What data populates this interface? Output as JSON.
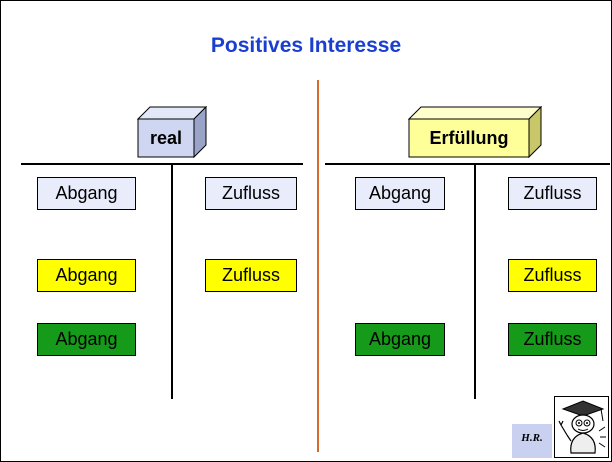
{
  "title": "Positives Interesse",
  "left_panel": {
    "header": "real",
    "rows": [
      {
        "left": "Abgang",
        "right": "Zufluss",
        "style": "lavender"
      },
      {
        "left": "Abgang",
        "right": "Zufluss",
        "style": "yellow"
      },
      {
        "left": "Abgang",
        "right": "",
        "style": "green"
      }
    ]
  },
  "right_panel": {
    "header": "Erfüllung",
    "rows": [
      {
        "left": "Abgang",
        "right": "Zufluss",
        "style": "lavender"
      },
      {
        "left": "",
        "right": "Zufluss",
        "style": "yellow"
      },
      {
        "left": "Abgang",
        "right": "Zufluss",
        "style": "green"
      }
    ]
  },
  "footer": {
    "initials": "H.R.",
    "logo_icon": "cartoon-character-icon"
  },
  "colors": {
    "title": "#1a3fd0",
    "divider": "#d46a2b",
    "lavender": "#e8ecfb",
    "yellow": "#ffff00",
    "green": "#169a1a",
    "cube_left": "#cfd6f2",
    "cube_right": "#ffff99"
  }
}
